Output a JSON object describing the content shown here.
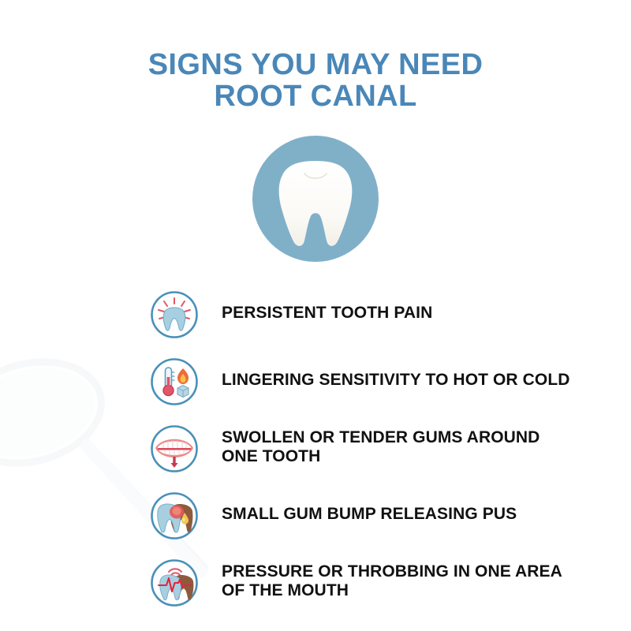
{
  "page": {
    "background_color": "#ffffff",
    "accent_blue": "#4a87b8",
    "hero_circle_color": "#7fb0c8",
    "icon_ring_color": "#4a90b8",
    "label_color": "#111111"
  },
  "title": {
    "line1": "SIGNS YOU MAY NEED",
    "line2": "ROOT CANAL"
  },
  "hero": {
    "icon_name": "tooth-icon",
    "alt": "white molar tooth on blue circle"
  },
  "signs": [
    {
      "icon_name": "tooth-pain-icon",
      "label": "PERSISTENT TOOTH PAIN"
    },
    {
      "icon_name": "thermometer-hot-cold-icon",
      "label": "LINGERING SENSITIVITY TO HOT OR COLD"
    },
    {
      "icon_name": "swollen-gums-mouth-icon",
      "label": "SWOLLEN OR TENDER GUMS AROUND ONE TOOTH"
    },
    {
      "icon_name": "gum-abscess-pus-icon",
      "label": "SMALL GUM BUMP RELEASING PUS"
    },
    {
      "icon_name": "throbbing-pulse-tooth-icon",
      "label": "PRESSURE OR THROBBING IN ONE AREA OF THE MOUTH"
    }
  ],
  "watermark": {
    "icon_name": "dental-mirror-watermark",
    "color": "#f2f5f7"
  }
}
